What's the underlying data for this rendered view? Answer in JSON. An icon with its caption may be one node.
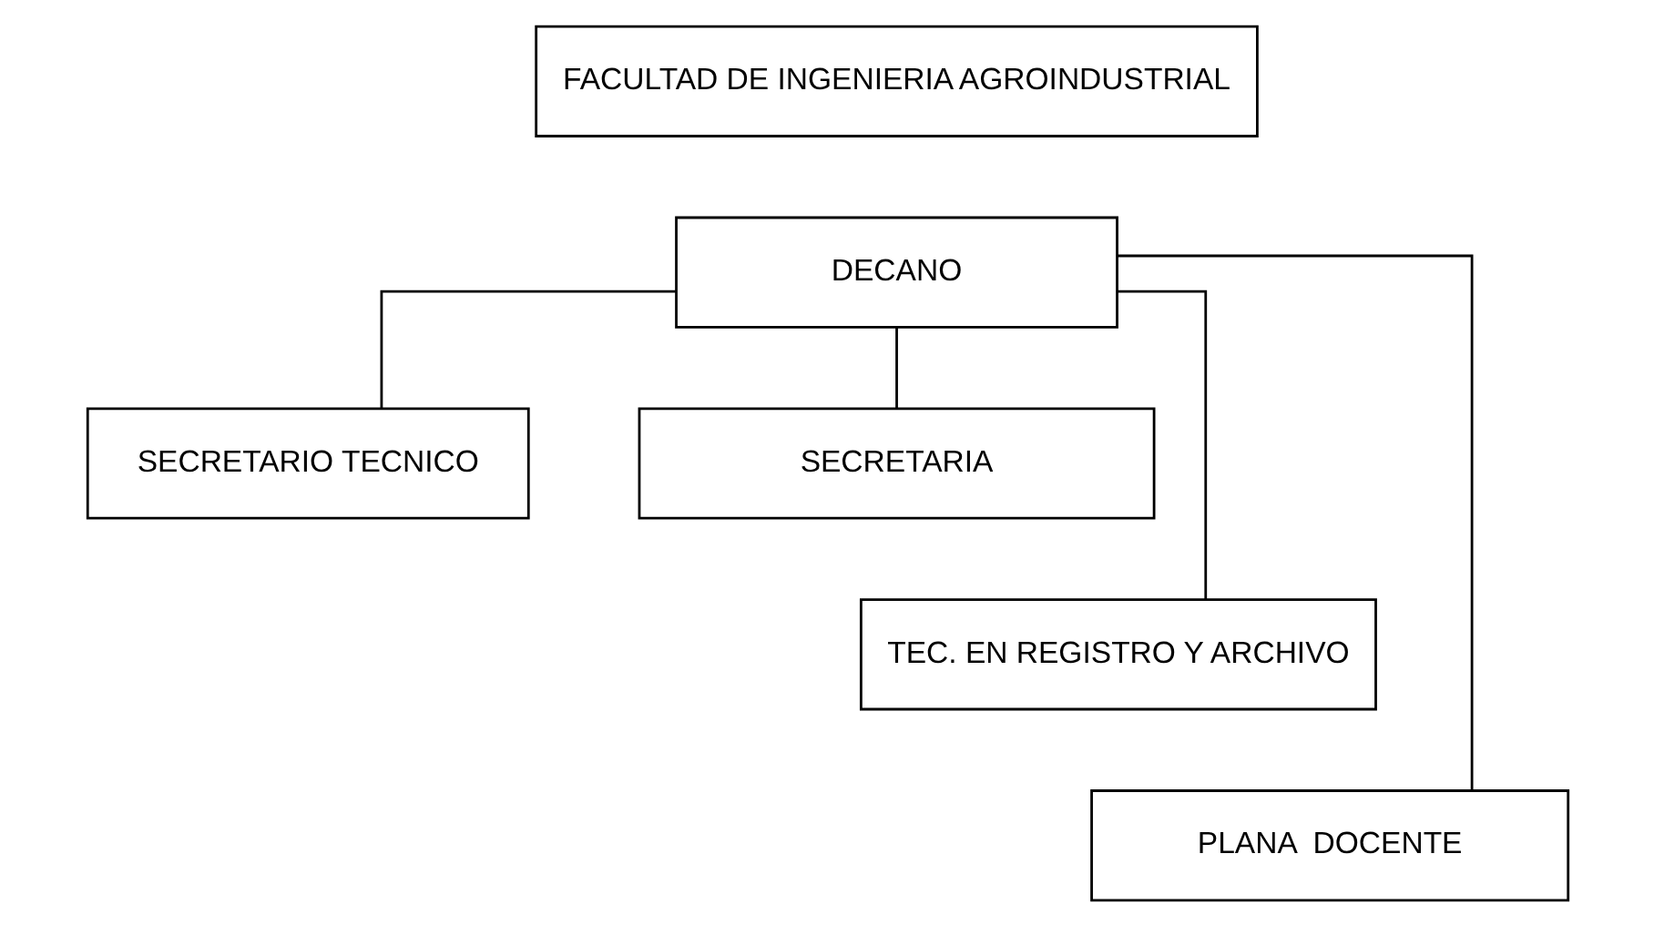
{
  "diagram": {
    "nodes": [
      {
        "text": [
          "FACULTAD DE INGENIERIA AGROINDUSTRIAL"
        ]
      },
      {
        "text": [
          "DECANO"
        ]
      },
      {
        "text": [
          "SECRETARIO TECNICO"
        ]
      },
      {
        "text": [
          "SECRETARIA"
        ]
      },
      {
        "text": [
          "TEC. EN REGISTRO Y ARCHIVO"
        ]
      },
      {
        "text": [
          "PLANA  DOCENTE"
        ]
      }
    ],
    "edges": [
      {
        "from": 1,
        "to": 2,
        "arrow": "none"
      },
      {
        "from": 1,
        "to": 3,
        "arrow": "none"
      },
      {
        "from": 1,
        "to": 4,
        "arrow": "none"
      },
      {
        "from": 1,
        "to": 5,
        "arrow": "none"
      }
    ]
  }
}
